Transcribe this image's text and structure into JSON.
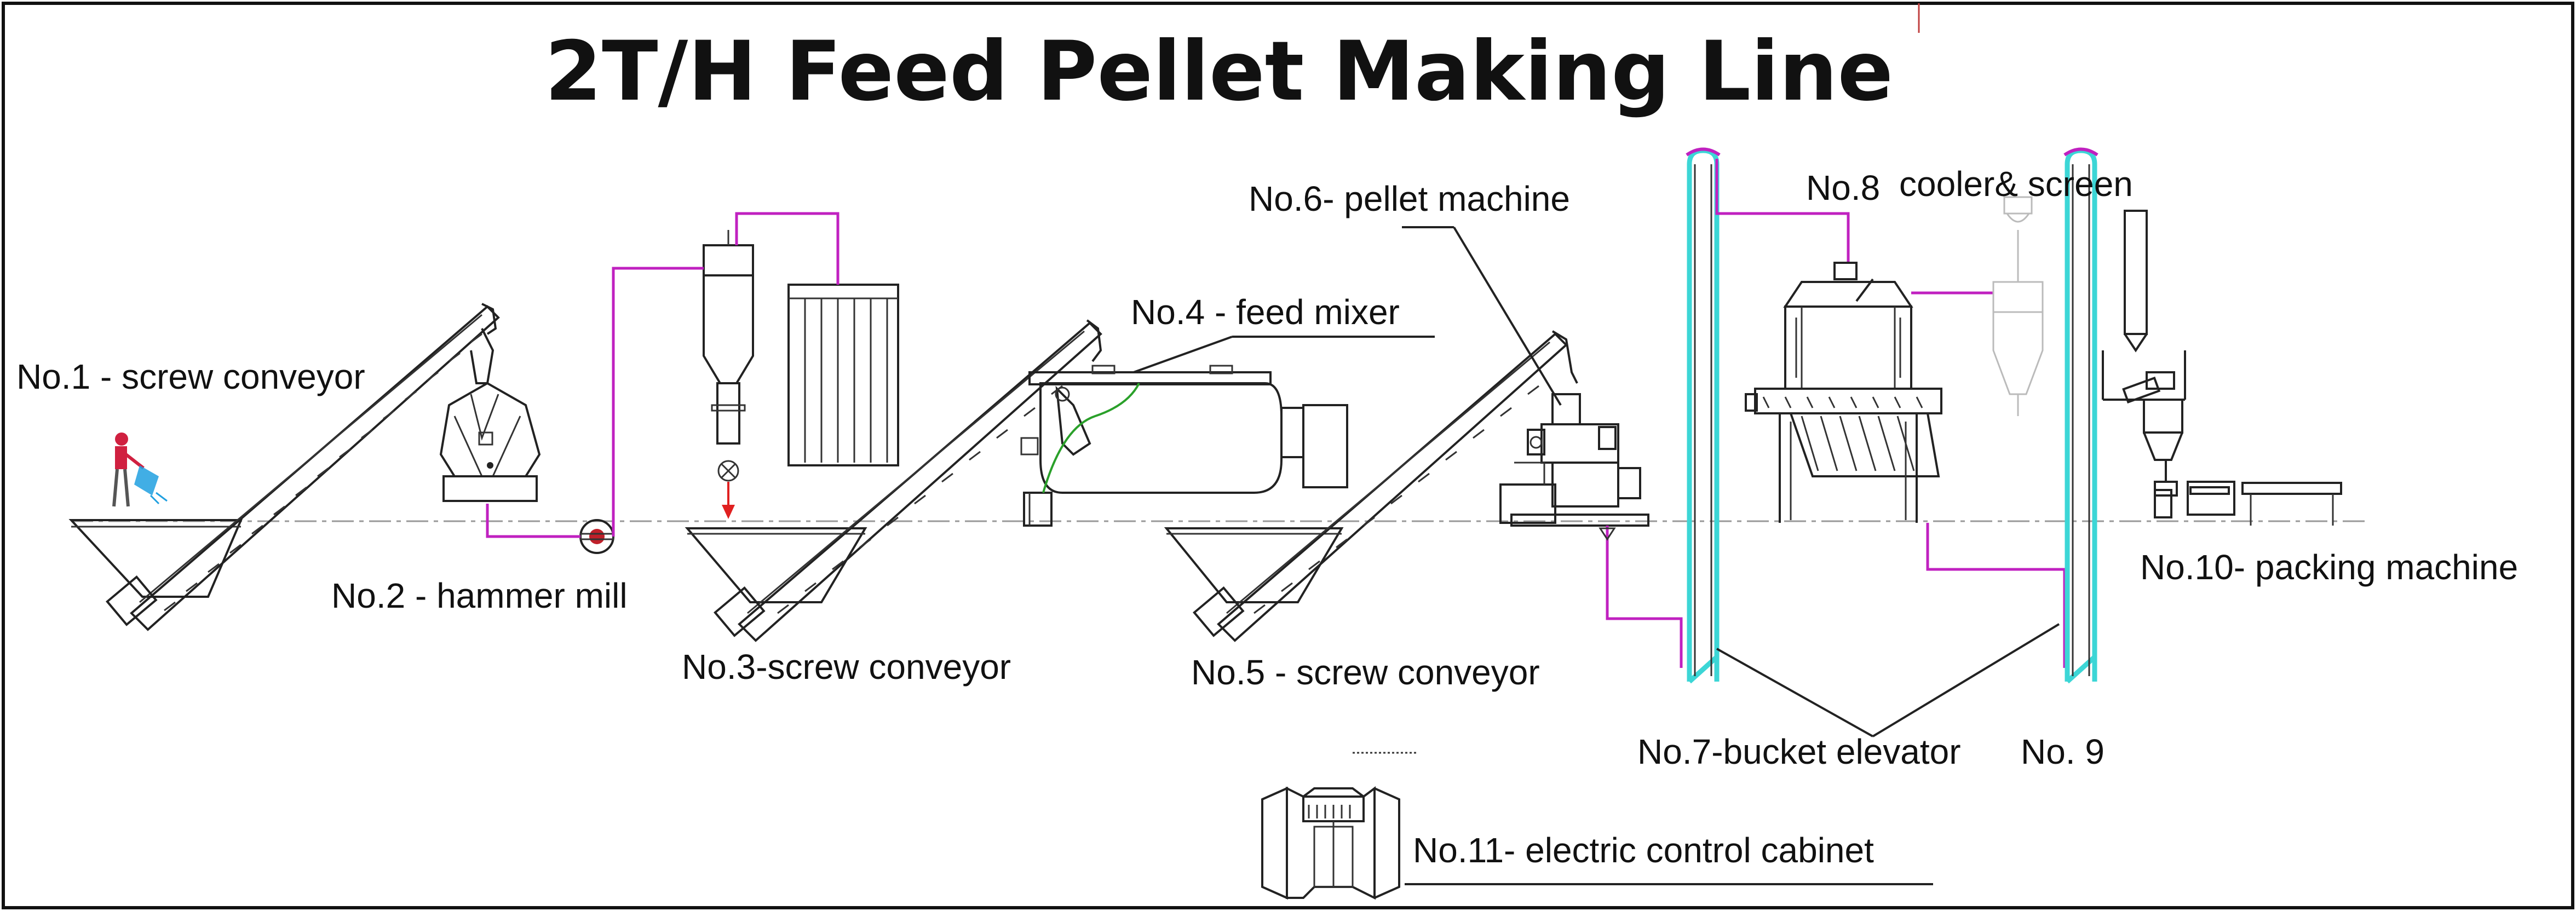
{
  "title": "2T/H Feed Pellet Making Line",
  "labels": {
    "no1": "No.1 - screw conveyor",
    "no2": "No.2 - hammer mill",
    "no3": "No.3-screw conveyor",
    "no4": "No.4 - feed mixer",
    "no5": "No.5 - screw conveyor",
    "no6": "No.6- pellet machine",
    "no7": "No.7-bucket elevator",
    "no8a": "No.8",
    "no8b": "cooler& screen",
    "no9": "No. 9",
    "no10": "No.10- packing machine",
    "no11": "No.11- electric control cabinet"
  },
  "colors": {
    "pipe": "#c021c0",
    "elevator": "#3cd6d6",
    "arrow": "#e02020",
    "mixer_detail": "#2aa02a",
    "worker_shirt": "#d02040",
    "worker_bag": "#20a0e0"
  }
}
